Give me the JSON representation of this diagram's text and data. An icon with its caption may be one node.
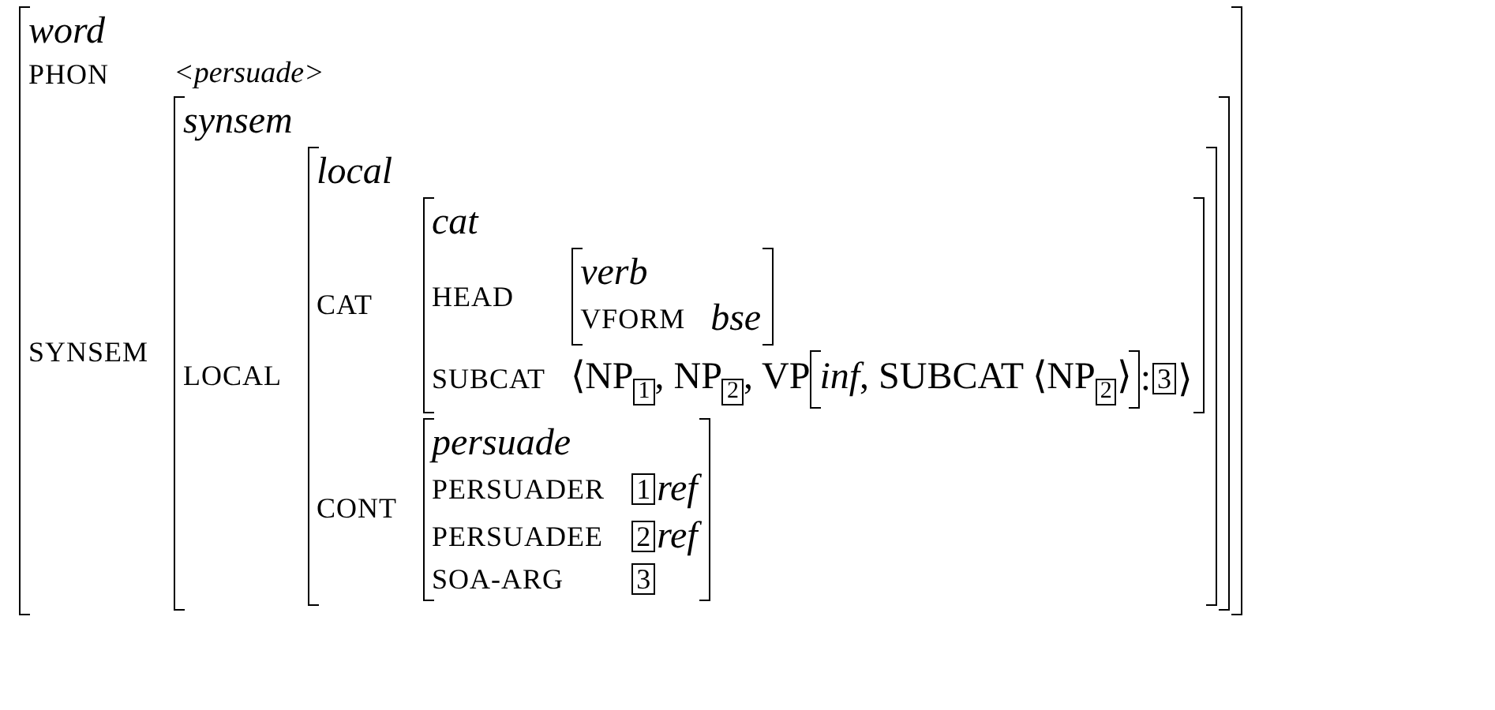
{
  "diagram": {
    "nodes": [
      {
        "text": [
          "word"
        ]
      },
      {
        "text": [
          "synsem"
        ],
        "in": 0
      },
      {
        "text": [
          "local"
        ],
        "in": 1
      },
      {
        "text": [
          "cat"
        ],
        "in": 2
      },
      {
        "text": [
          "verb"
        ],
        "in": 3
      },
      {
        "text": [
          "*inf*, SUBCAT ⟨NP$_{2}$⟩"
        ],
        "in": 3
      },
      {
        "text": [
          "persuade"
        ],
        "in": 2
      }
    ],
    "labels": [
      "PHON",
      "<persuade>",
      "SYNSEM",
      "LOCAL",
      "CAT",
      "HEAD",
      "VFORM",
      "bse",
      "SUBCAT",
      "⟨NP$_{1}$, NP$_{2}$, VP",
      ":",
      "3",
      "⟩",
      "CONT",
      "PERSUADER",
      "1",
      "ref",
      "PERSUADEE",
      "2",
      "ref",
      "SOA-ARG",
      "3"
    ]
  }
}
